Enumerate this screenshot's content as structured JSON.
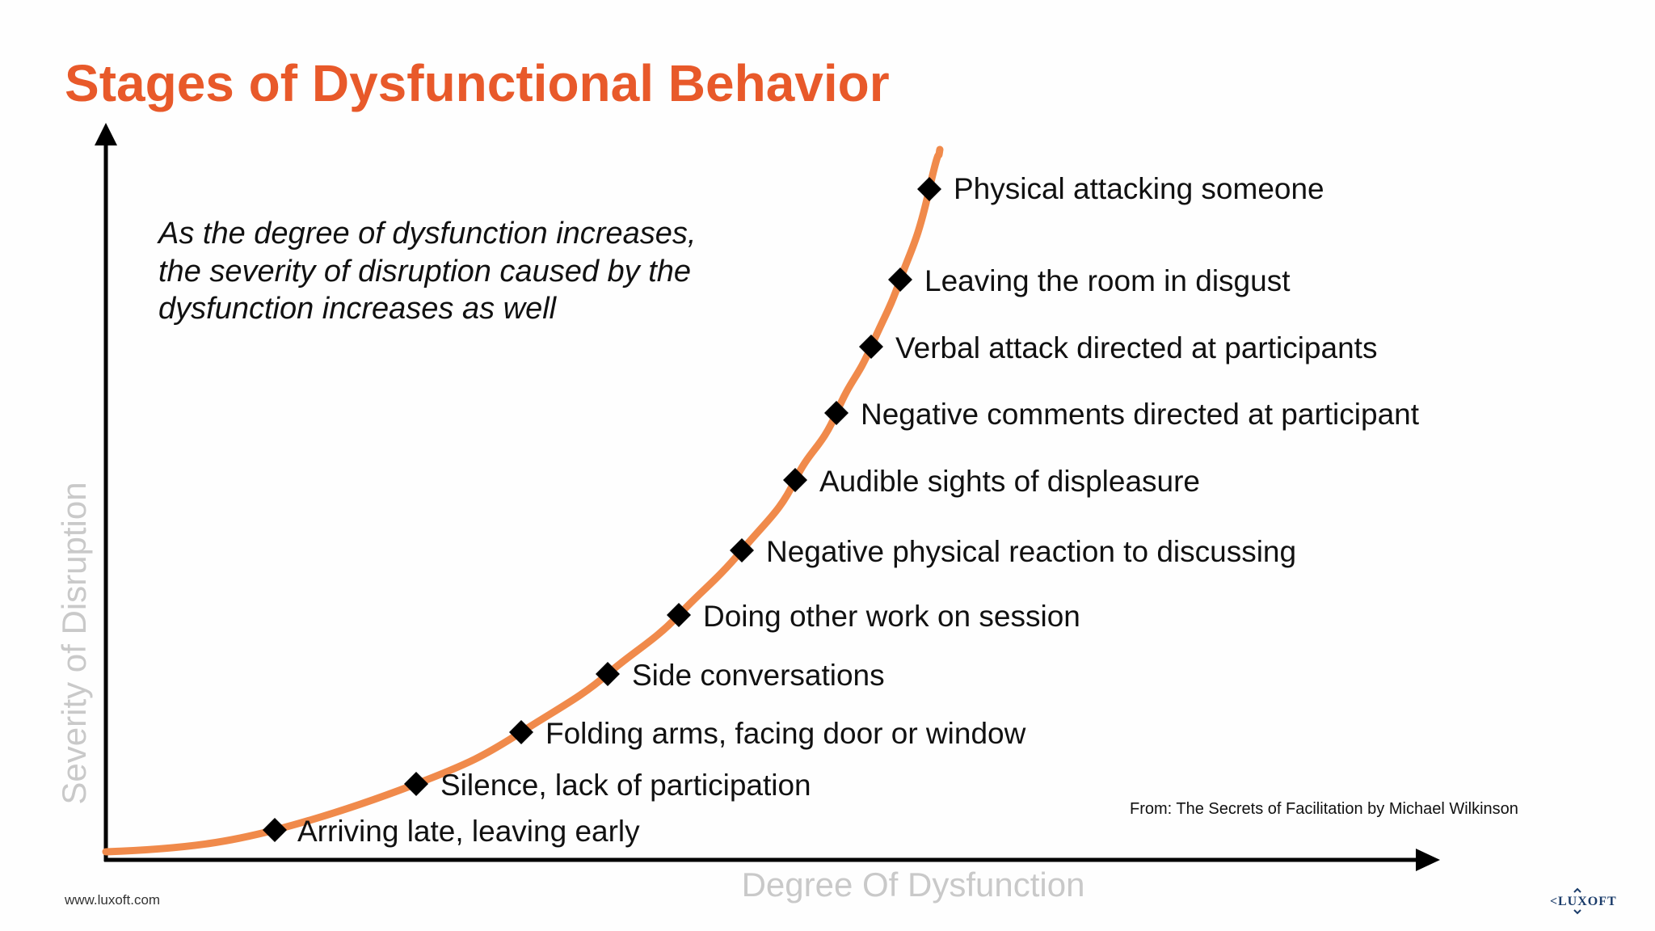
{
  "slide": {
    "title": "Stages of Dysfunctional Behavior",
    "description_lines": [
      "As the degree of dysfunction increases,",
      "the severity of disruption caused by the",
      "dysfunction increases as well"
    ],
    "y_axis_label": "Severity of Disruption",
    "x_axis_label": "Degree Of Dysfunction",
    "source": "From: The Secrets of Facilitation by Michael Wilkinson",
    "footer_url": "www.luxoft.com",
    "logo_text": "LUXOFT"
  },
  "colors": {
    "title": "#e8592a",
    "curve": "#f08a4b",
    "axis_label": "#c9c9c9",
    "marker": "#000000"
  },
  "stages": [
    "Arriving late, leaving early",
    "Silence, lack of participation",
    "Folding arms, facing door or window",
    "Side conversations",
    "Doing other work on session",
    "Negative physical reaction to discussing",
    "Audible sights of displeasure",
    "Negative comments directed at participant",
    "Verbal attack directed at participants",
    "Leaving the room in disgust",
    "Physical attacking someone"
  ]
}
